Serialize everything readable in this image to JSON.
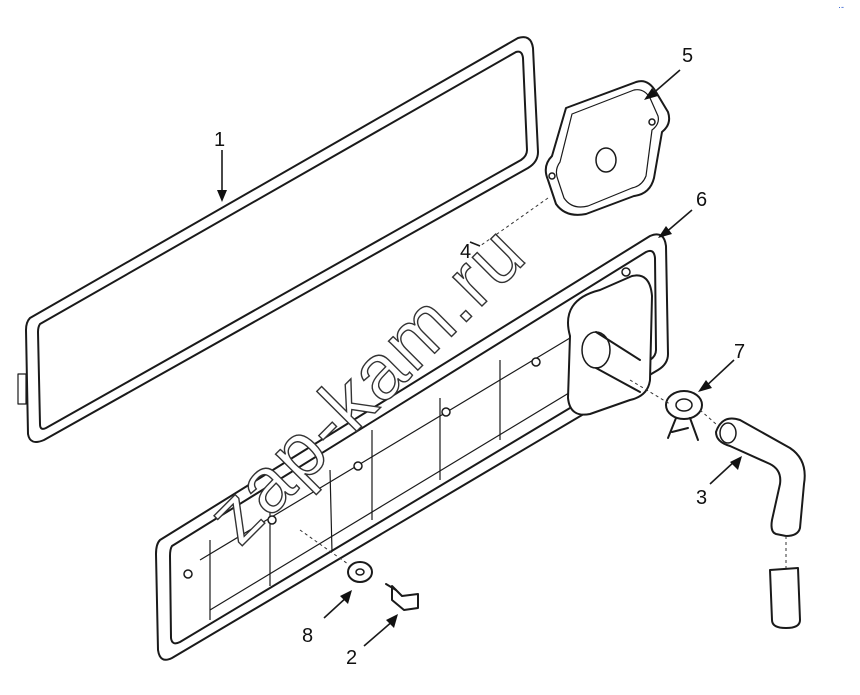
{
  "callouts": {
    "c1": "1",
    "c2": "2",
    "c3": "3",
    "c4": "4",
    "c5": "5",
    "c6": "6",
    "c7": "7",
    "c8": "8"
  },
  "watermark": "zap-kam.ru",
  "corner_mark": "·-"
}
